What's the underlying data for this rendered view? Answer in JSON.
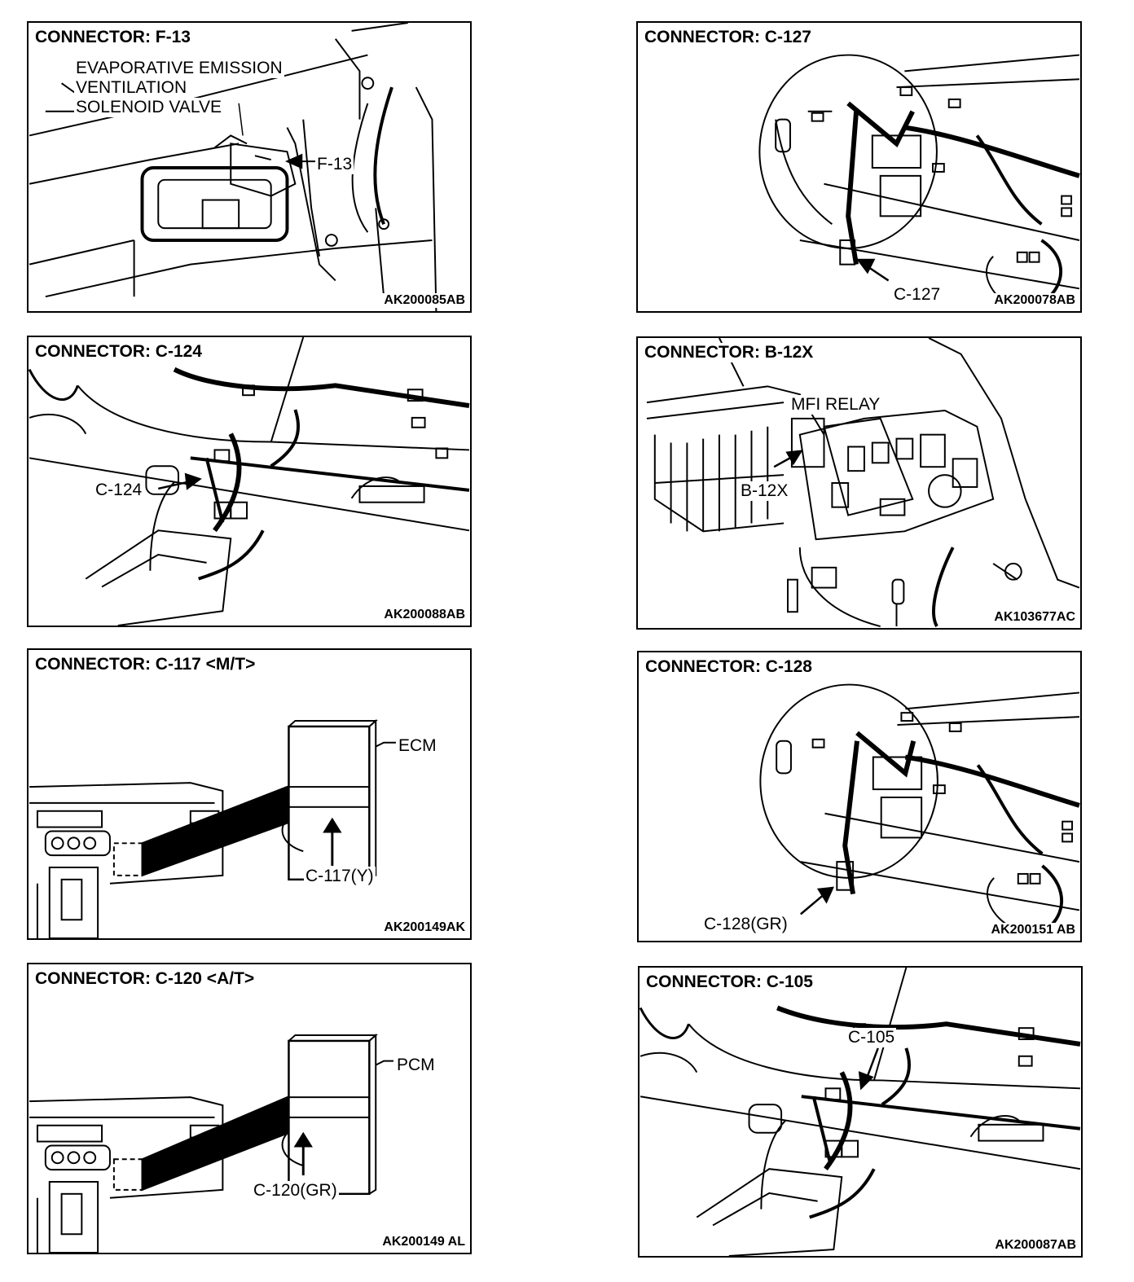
{
  "panels": {
    "f13": {
      "title": "CONNECTOR: F-13",
      "code": "AK200085AB",
      "label_line1": "EVAPORATIVE EMISSION",
      "label_line2": "VENTILATION",
      "label_line3": "SOLENOID VALVE",
      "callout": "F-13"
    },
    "c127": {
      "title": "CONNECTOR: C-127",
      "code": "AK200078AB",
      "callout": "C-127"
    },
    "c124": {
      "title": "CONNECTOR: C-124",
      "code": "AK200088AB",
      "callout": "C-124"
    },
    "b12x": {
      "title": "CONNECTOR: B-12X",
      "code": "AK103677AC",
      "label": "MFI RELAY",
      "callout": "B-12X"
    },
    "c117": {
      "title": "CONNECTOR: C-117 <M/T>",
      "code": "AK200149AK",
      "label": "ECM",
      "callout": "C-117(Y)"
    },
    "c128": {
      "title": "CONNECTOR: C-128",
      "code": "AK200151 AB",
      "callout": "C-128(GR)"
    },
    "c120": {
      "title": "CONNECTOR: C-120 <A/T>",
      "code": "AK200149 AL",
      "label": "PCM",
      "callout": "C-120(GR)"
    },
    "c105": {
      "title": "CONNECTOR: C-105",
      "code": "AK200087AB",
      "callout": "C-105"
    }
  }
}
